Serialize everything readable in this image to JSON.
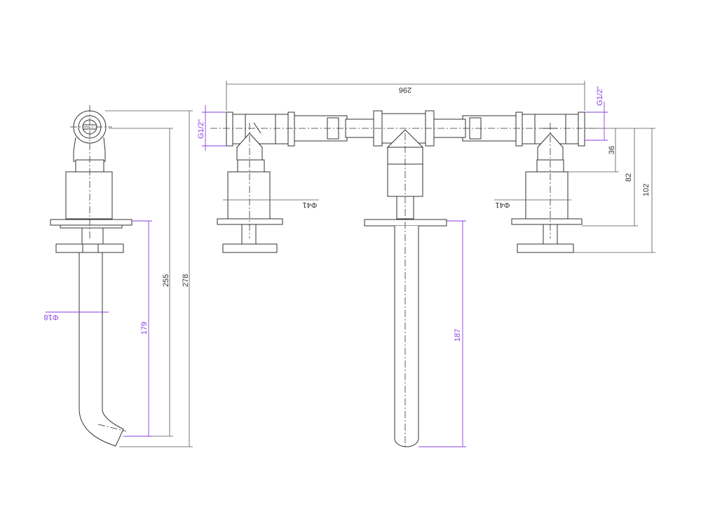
{
  "title": "Three-hole wall-mounted basin mixer technical drawing",
  "colors": {
    "line": "#333333",
    "dimension_accent": "#8a3ee0"
  },
  "dimensions": {
    "overall_width": "296",
    "thread_left": "G1/2\"",
    "thread_right": "G1/2\"",
    "handle_diameter_left": "Φ41",
    "handle_diameter_right": "Φ41",
    "depth_36": "36",
    "depth_82": "82",
    "depth_102": "102",
    "side_height_278": "278",
    "side_height_255": "255",
    "side_spout_179": "179",
    "spout_diameter": "Φ18",
    "front_spout_187": "187"
  }
}
